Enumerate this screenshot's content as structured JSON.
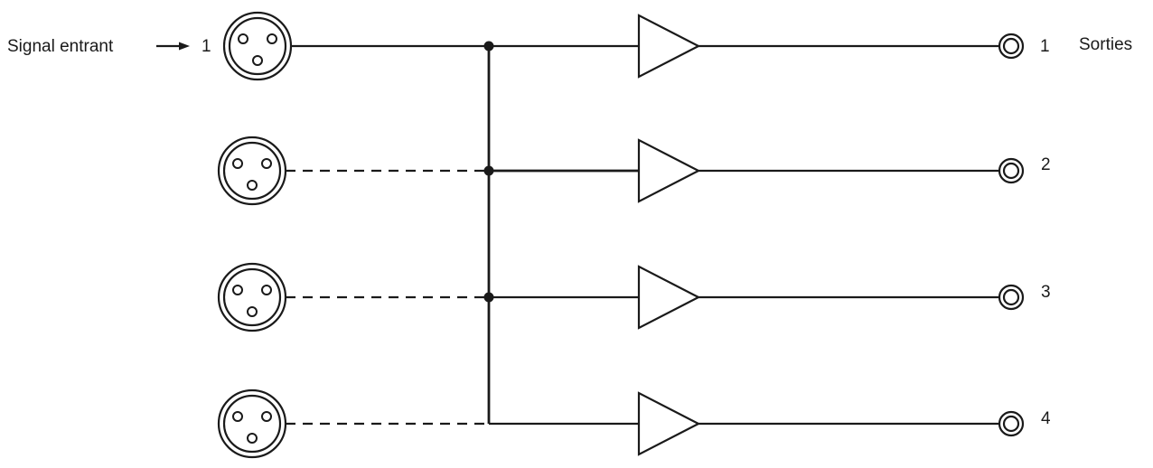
{
  "labels": {
    "input": "Signal entrant",
    "input_number": "1",
    "outputs_title": "Sorties"
  },
  "outputs": [
    {
      "number": "1"
    },
    {
      "number": "2"
    },
    {
      "number": "3"
    },
    {
      "number": "4"
    }
  ],
  "connectors": [
    {
      "link": "solid"
    },
    {
      "link": "dashed"
    },
    {
      "link": "dashed"
    },
    {
      "link": "dashed"
    }
  ]
}
